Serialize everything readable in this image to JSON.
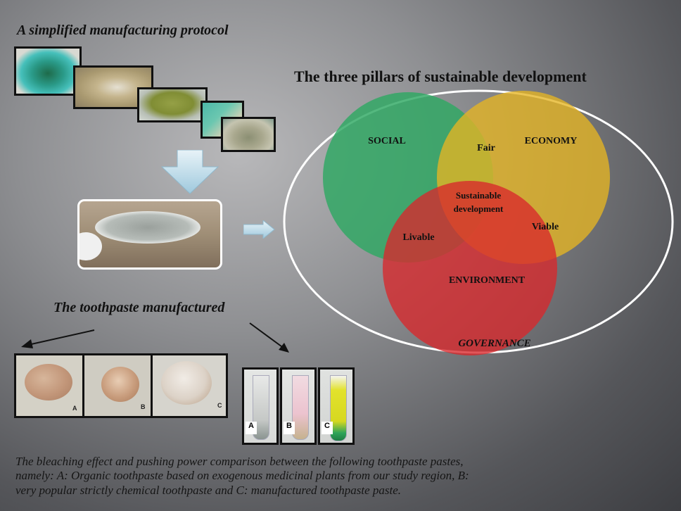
{
  "protocol": {
    "title": "A simplified  manufacturing protocol"
  },
  "venn": {
    "title": "The three pillars of sustainable development",
    "social": "SOCIAL",
    "economy": "ECONOMY",
    "environment": "ENVIRONMENT",
    "fair": "Fair",
    "center_line1": "Sustainable",
    "center_line2": "development",
    "viable": "Viable",
    "livable": "Livable",
    "governance": "GOVERNANCE",
    "colors": {
      "social": "#2ea863",
      "economy": "#e6b523",
      "environment": "#d8282b"
    }
  },
  "toothpaste": {
    "title": "The toothpaste manufactured",
    "samples": [
      "A",
      "B",
      "C"
    ],
    "tubes": [
      "A",
      "B",
      "C"
    ]
  },
  "caption": {
    "line1": "The bleaching effect  and pushing power comparison between the following toothpaste pastes,",
    "line2": "namely: A: Organic toothpaste based on exogenous medicinal plants from our study region, B:",
    "line3": "very popular strictly chemical toothpaste and C: manufactured toothpaste paste."
  }
}
